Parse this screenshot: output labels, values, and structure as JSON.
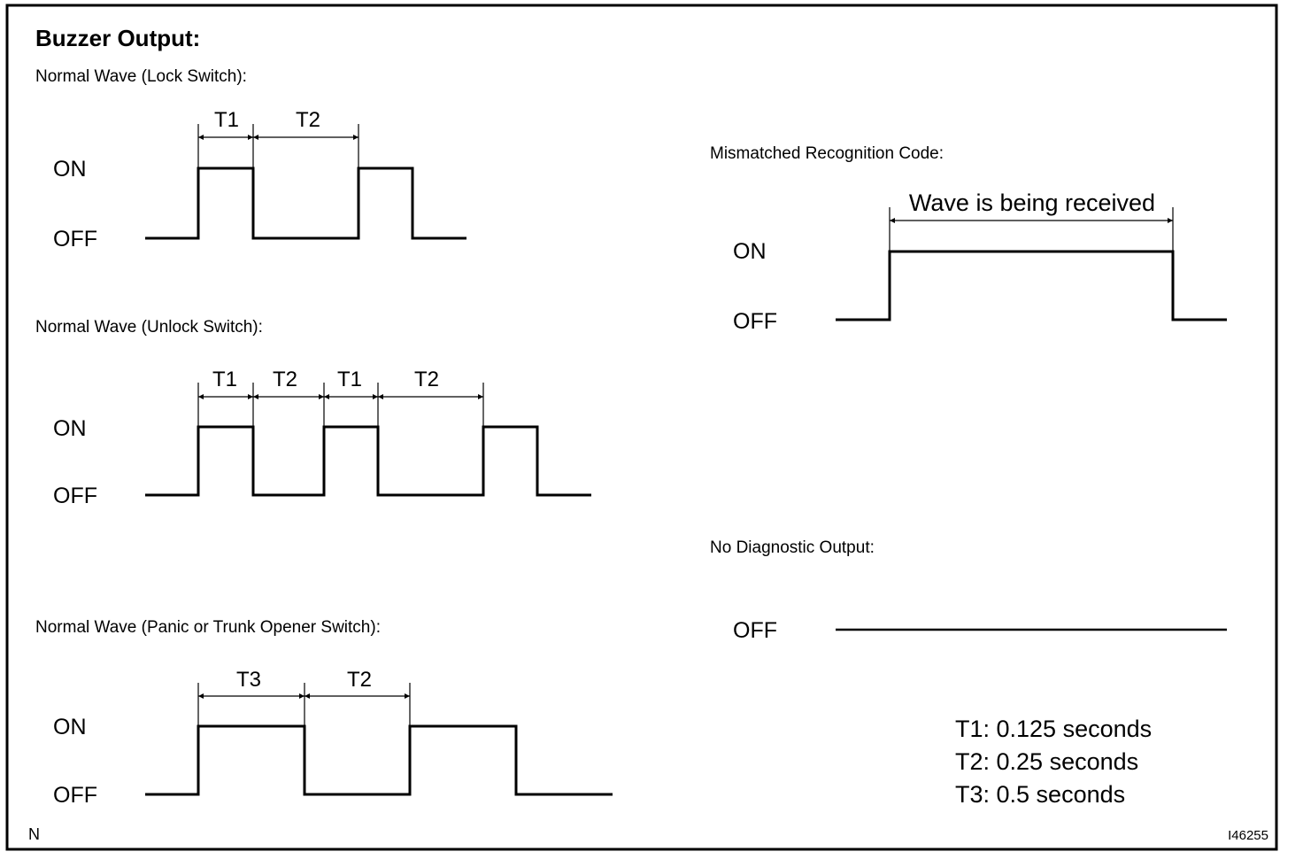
{
  "title": "Buzzer Output:",
  "state_labels": {
    "on": "ON",
    "off": "OFF"
  },
  "sections": {
    "lock": {
      "label": "Normal Wave (Lock Switch):",
      "segments": [
        "T1",
        "T2"
      ]
    },
    "unlock": {
      "label": "Normal Wave (Unlock Switch):",
      "segments": [
        "T1",
        "T2",
        "T1",
        "T2"
      ]
    },
    "panic": {
      "label": "Normal Wave (Panic or Trunk Opener Switch):",
      "segments": [
        "T3",
        "T2"
      ]
    },
    "mismatch": {
      "label": "Mismatched Recognition Code:",
      "segments": [
        "Wave is being received"
      ]
    },
    "no_output": {
      "label": "No Diagnostic Output:"
    }
  },
  "legend": [
    "T1: 0.125 seconds",
    "T2: 0.25 seconds",
    "T3: 0.5 seconds"
  ],
  "corner_mark": "N",
  "figure_code": "I46255"
}
